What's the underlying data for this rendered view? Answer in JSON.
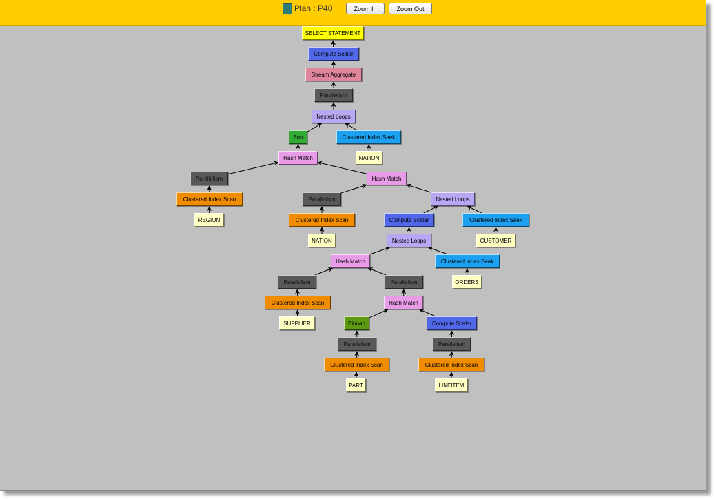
{
  "header": {
    "plan_title": "Plan : P40",
    "zoom_in_label": "Zoom In",
    "zoom_out_label": "Zoom Out",
    "plan_color": "#2d7d7a"
  },
  "colors": {
    "select": "#ffff00",
    "compute": "#5068e8",
    "stream": "#e0869c",
    "parallel": "#595959",
    "nested": "#b8a8f4",
    "sort": "#33aa33",
    "seek": "#1ea0f0",
    "table": "#ffffc4",
    "hash": "#e89ce8",
    "scan": "#f08c00",
    "bitmap": "#5c9a14"
  },
  "nodes": [
    {
      "label": "SELECT STATEMENT",
      "type": "select"
    },
    {
      "label": "Compute Scalar",
      "type": "compute"
    },
    {
      "label": "Stream Aggregate",
      "type": "stream"
    },
    {
      "label": "Parallelism",
      "type": "parallel"
    },
    {
      "label": "Nested Loops",
      "type": "nested"
    },
    {
      "label": "Sort",
      "type": "sort"
    },
    {
      "label": "Clustered Index Seek",
      "type": "seek"
    },
    {
      "label": "NATION",
      "type": "table"
    },
    {
      "label": "Hash Match",
      "type": "hash"
    },
    {
      "label": "Parallelism",
      "type": "parallel"
    },
    {
      "label": "Hash Match",
      "type": "hash"
    },
    {
      "label": "Clustered Index Scan",
      "type": "scan"
    },
    {
      "label": "REGION",
      "type": "table"
    },
    {
      "label": "Parallelism",
      "type": "parallel"
    },
    {
      "label": "Nested Loops",
      "type": "nested"
    },
    {
      "label": "Clustered Index Scan",
      "type": "scan"
    },
    {
      "label": "NATION",
      "type": "table"
    },
    {
      "label": "Compute Scalar",
      "type": "compute"
    },
    {
      "label": "Clustered Index Seek",
      "type": "seek"
    },
    {
      "label": "CUSTOMER",
      "type": "table"
    },
    {
      "label": "Nested Loops",
      "type": "nested"
    },
    {
      "label": "Hash Match",
      "type": "hash"
    },
    {
      "label": "Clustered Index Seek",
      "type": "seek"
    },
    {
      "label": "ORDERS",
      "type": "table"
    },
    {
      "label": "Parallelism",
      "type": "parallel"
    },
    {
      "label": "Parallelism",
      "type": "parallel"
    },
    {
      "label": "Clustered Index Scan",
      "type": "scan"
    },
    {
      "label": "SUPPLIER",
      "type": "table"
    },
    {
      "label": "Hash Match",
      "type": "hash"
    },
    {
      "label": "Bitmap",
      "type": "bitmap"
    },
    {
      "label": "Compute Scalar",
      "type": "compute"
    },
    {
      "label": "Parallelism",
      "type": "parallel"
    },
    {
      "label": "Parallelism",
      "type": "parallel"
    },
    {
      "label": "Clustered Index Scan",
      "type": "scan"
    },
    {
      "label": "Clustered Index Scan",
      "type": "scan"
    },
    {
      "label": "PART",
      "type": "table"
    },
    {
      "label": "LINEITEM",
      "type": "table"
    }
  ],
  "edges": [
    [
      1,
      0
    ],
    [
      2,
      1
    ],
    [
      3,
      2
    ],
    [
      4,
      3
    ],
    [
      5,
      4
    ],
    [
      6,
      4
    ],
    [
      7,
      6
    ],
    [
      8,
      5
    ],
    [
      9,
      8
    ],
    [
      10,
      8
    ],
    [
      11,
      9
    ],
    [
      12,
      11
    ],
    [
      13,
      10
    ],
    [
      14,
      10
    ],
    [
      15,
      13
    ],
    [
      16,
      15
    ],
    [
      17,
      14
    ],
    [
      18,
      14
    ],
    [
      19,
      18
    ],
    [
      20,
      17
    ],
    [
      21,
      20
    ],
    [
      22,
      20
    ],
    [
      23,
      22
    ],
    [
      24,
      21
    ],
    [
      25,
      21
    ],
    [
      26,
      24
    ],
    [
      27,
      26
    ],
    [
      28,
      25
    ],
    [
      29,
      28
    ],
    [
      30,
      28
    ],
    [
      31,
      29
    ],
    [
      32,
      30
    ],
    [
      33,
      31
    ],
    [
      34,
      32
    ],
    [
      35,
      33
    ],
    [
      36,
      34
    ]
  ]
}
